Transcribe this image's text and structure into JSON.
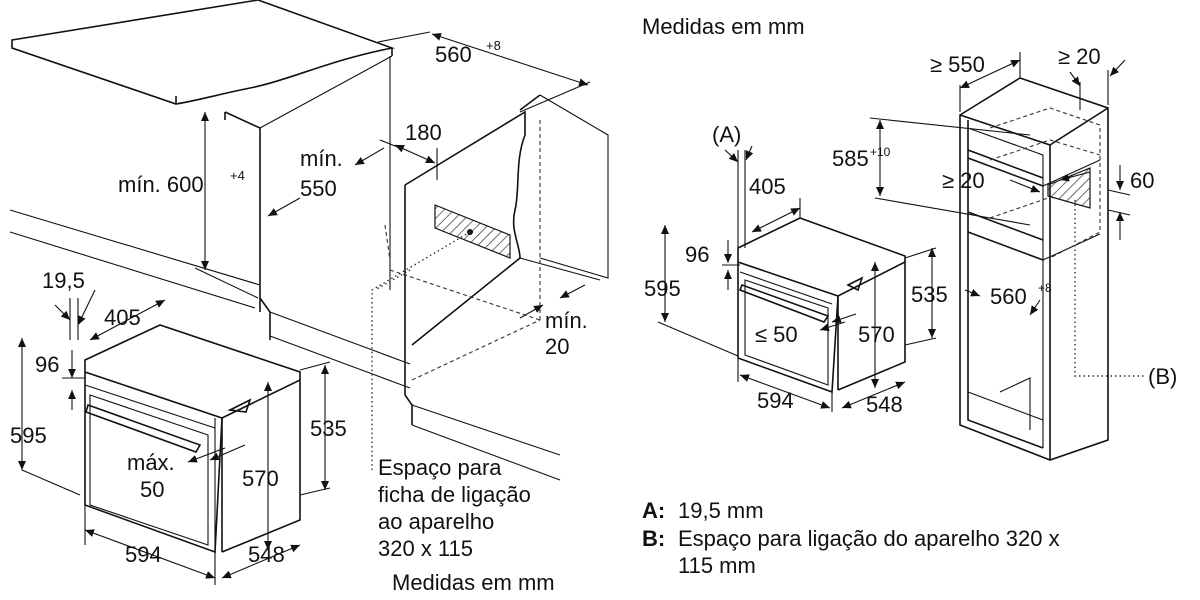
{
  "colors": {
    "line": "#111111",
    "hatch": "#333333",
    "background": "#ffffff",
    "shade": "#eeeeee"
  },
  "left": {
    "w_560": "560",
    "w_560_sup": "+8",
    "h_min600": "mín. 600",
    "h_min600_sup": "+4",
    "min550_a": "mín.",
    "min550_b": "550",
    "d_180": "180",
    "min20_a": "mín.",
    "min20_b": "20",
    "d_19_5": "19,5",
    "d_405": "405",
    "d_96": "96",
    "d_595": "595",
    "max50_a": "máx.",
    "max50_b": "50",
    "d_570": "570",
    "d_535": "535",
    "d_594": "594",
    "d_548": "548",
    "note_1": "Espaço para",
    "note_2": "ficha de ligação",
    "note_3": "ao aparelho",
    "note_4": "320 x 115",
    "medidas": "Medidas em mm"
  },
  "right": {
    "medidas": "Medidas em mm",
    "ge550": "≥ 550",
    "ge20_top": "≥ 20",
    "A": "(A)",
    "d_405": "405",
    "d_96": "96",
    "d_595": "595",
    "d_585": "585",
    "d_585_sup": "+10",
    "ge20_mid": "≥ 20",
    "d_60": "60",
    "d_535": "535",
    "d_560": "560",
    "d_560_sup": "+8",
    "le50": "≤ 50",
    "d_570": "570",
    "d_594": "594",
    "d_548": "548",
    "B": "(B)"
  },
  "legend": {
    "a_key": "A:",
    "a_text": "19,5 mm",
    "b_key": "B:",
    "b_text_1": "Espaço para ligação do aparelho 320 x",
    "b_text_2": "115 mm"
  }
}
